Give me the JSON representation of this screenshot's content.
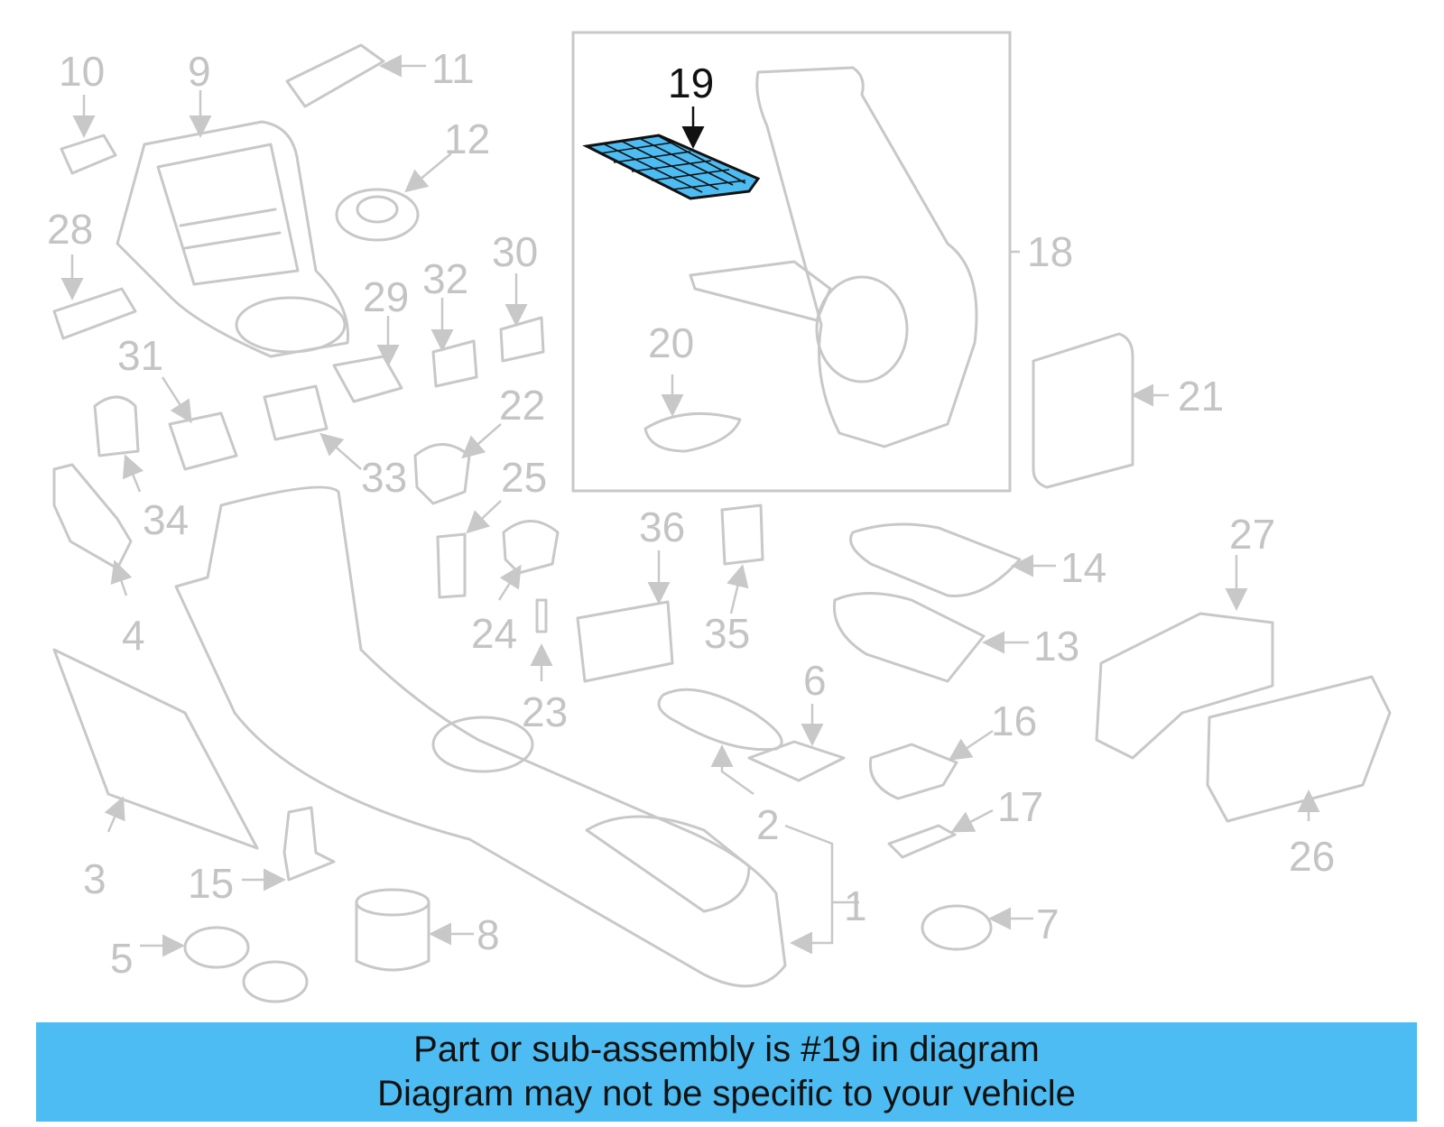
{
  "diagram": {
    "highlighted_part": "19",
    "highlight_color": "#4dbcf2",
    "callouts": [
      "1",
      "2",
      "3",
      "4",
      "5",
      "6",
      "7",
      "8",
      "9",
      "10",
      "11",
      "12",
      "13",
      "14",
      "15",
      "16",
      "17",
      "18",
      "19",
      "20",
      "21",
      "22",
      "23",
      "24",
      "25",
      "26",
      "27",
      "28",
      "29",
      "30",
      "31",
      "32",
      "33",
      "34",
      "35",
      "36"
    ]
  },
  "caption": {
    "line1": "Part or sub-assembly is #19 in diagram",
    "line2": "Diagram may not be specific to your vehicle"
  }
}
